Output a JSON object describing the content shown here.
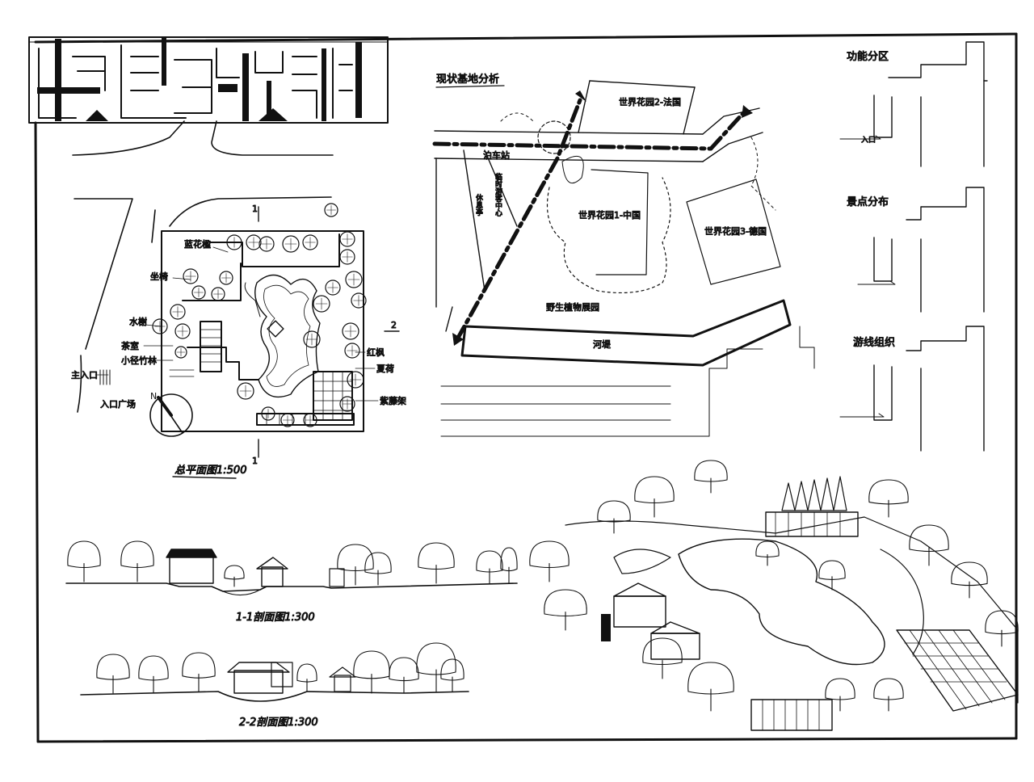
{
  "plan": {
    "labels": {
      "flower_bed": "蓝花楹",
      "seat": "坐椅",
      "waterside": "水榭",
      "tea_room": "茶室",
      "bamboo": "小径竹林",
      "main_entry": "主入口",
      "entry_plaza": "入口广场",
      "maple": "红枫",
      "lotus": "夏荷",
      "pergola": "紫藤架"
    },
    "section_mark_1": "1",
    "section_mark_2": "2",
    "caption": "总平面图1:500"
  },
  "site": {
    "title": "现状基地分析",
    "labels": {
      "garden_france": "世界花园2-法国",
      "garden_china": "世界花园1-中国",
      "garden_germany": "世界花园3-德国",
      "wild_plants": "野生植物展园",
      "levee": "河堤",
      "station": "泊车站",
      "center": "临时游客中心",
      "rest": "休息亭"
    }
  },
  "diagrams": {
    "zoning_title": "功能分区",
    "zoning_tag": "入口",
    "views_title": "景点分布",
    "route_title": "游线组织"
  },
  "sections": {
    "caption_1": "1-1剖面图1:300",
    "caption_2": "2-2剖面图1:300"
  }
}
